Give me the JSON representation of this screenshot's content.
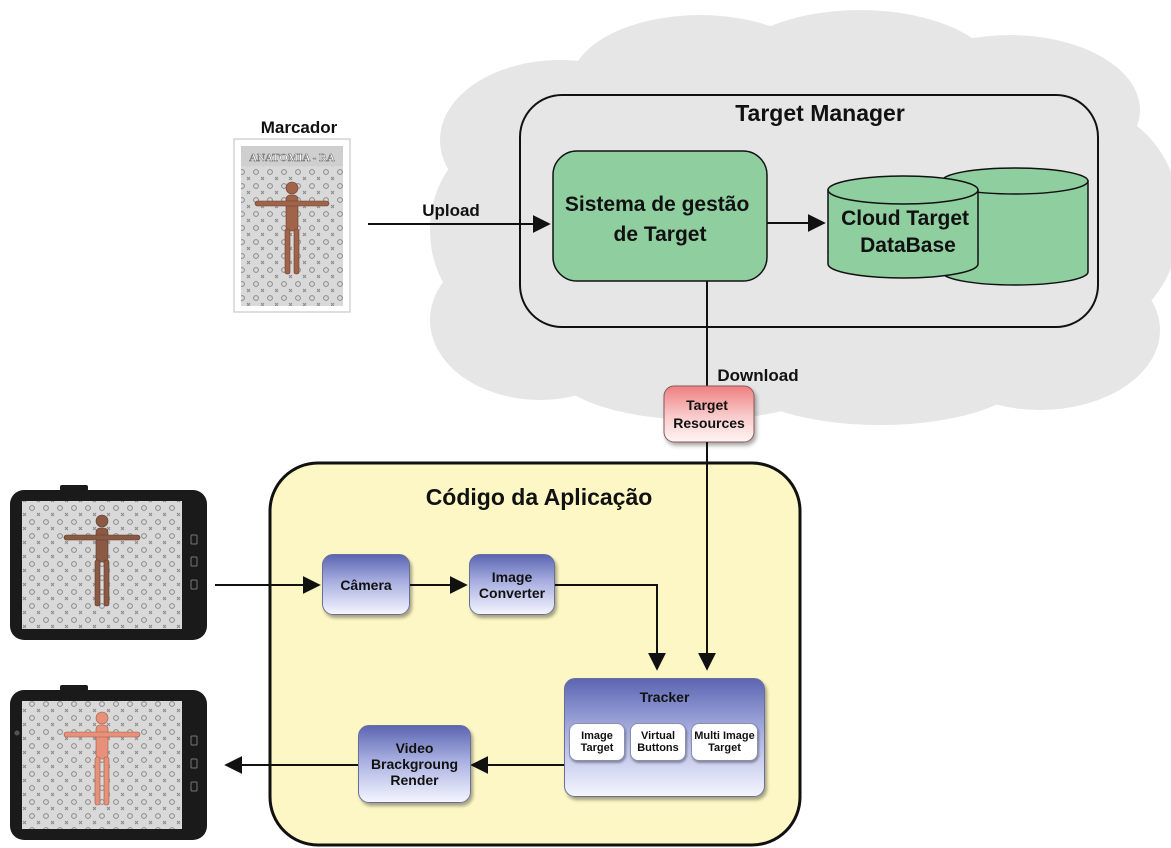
{
  "target_manager": {
    "title": "Target Manager",
    "system": [
      "Sistema de gestão",
      "de Target"
    ],
    "database": [
      "Cloud Target",
      "DataBase"
    ]
  },
  "marker": {
    "label": "Marcador",
    "poster_title": "ANATOMIA - RA"
  },
  "flows": {
    "upload": "Upload",
    "download": "Download"
  },
  "target_resources": [
    "Target",
    "Resources"
  ],
  "application": {
    "title": "Código da Aplicação",
    "camera": "Câmera",
    "image_converter": [
      "Image",
      "Converter"
    ],
    "tracker": {
      "title": "Tracker",
      "items": [
        [
          "Image",
          "Target"
        ],
        [
          "Virtual",
          "Buttons"
        ],
        [
          "Multi Image",
          "Target"
        ]
      ]
    },
    "video_render": [
      "Video",
      "Brackgroung",
      "Render"
    ]
  },
  "colors": {
    "cloud": "#e8e8e8",
    "green_box": "#8fce9f",
    "app_panel": "#fcf7c4",
    "resources_pink": "#f4a6a6"
  }
}
